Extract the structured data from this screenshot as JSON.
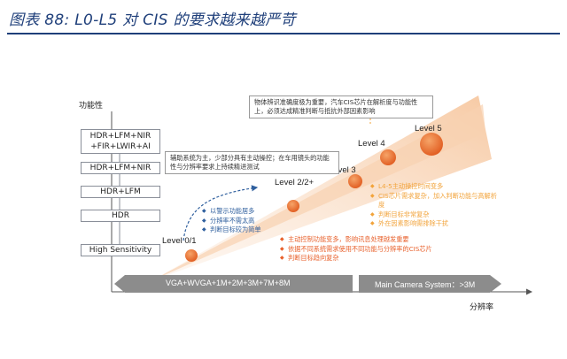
{
  "header": {
    "title": "图表 88: L0-L5 对 CIS 的要求越来越严苛"
  },
  "axes": {
    "y_label": "功能性",
    "x_label": "分辨率"
  },
  "capability_boxes": [
    "HDR+LFM+NIR\n+FIR+LWIR+AI",
    "HDR+LFM+NIR",
    "HDR+LFM",
    "HDR",
    "High Sensitivity"
  ],
  "levels": [
    {
      "label": "Level 0/1"
    },
    {
      "label": "Level 2/2+"
    },
    {
      "label": "Level 3"
    },
    {
      "label": "Level 4"
    },
    {
      "label": "Level 5"
    }
  ],
  "resolution_bands": {
    "left": "VGA+WVGA+1M+2M+3M+7M+8M",
    "right": "Main Camera System：>3M"
  },
  "notes": {
    "top": "物体辨识准确度极为重要，汽车CIS芯片在解析度与功能性上，必须达成精准判断与抵抗外部因素影响",
    "level2": "辅助系统为主，少部分具有主动操控；在车用镜头的功能性与分辨率要求上持续精进测试",
    "level01_bullets": [
      "以警示功能居多",
      "分辨率不需太高",
      "判断目标较为简单"
    ],
    "level3_bullets": [
      "主动控制功能变多，影响讯息处理越发重要",
      "依据不同系统需求使用不同功能与分辨率的CIS芯片",
      "判断目标趋向复杂"
    ],
    "level45_bullets": [
      "L4-5主动操控时间变多",
      "CIS芯片需求复杂，加入判断功能与高解析度",
      "判断目标非常复杂",
      "外在因素影响需排除干扰"
    ]
  },
  "colors": {
    "title_blue": "#1f3f7a",
    "circle_orange": "#e8612c",
    "band_gray": "#8c8c8c",
    "text_blue": "#2f5f9e",
    "text_orange": "#f2a33a"
  }
}
